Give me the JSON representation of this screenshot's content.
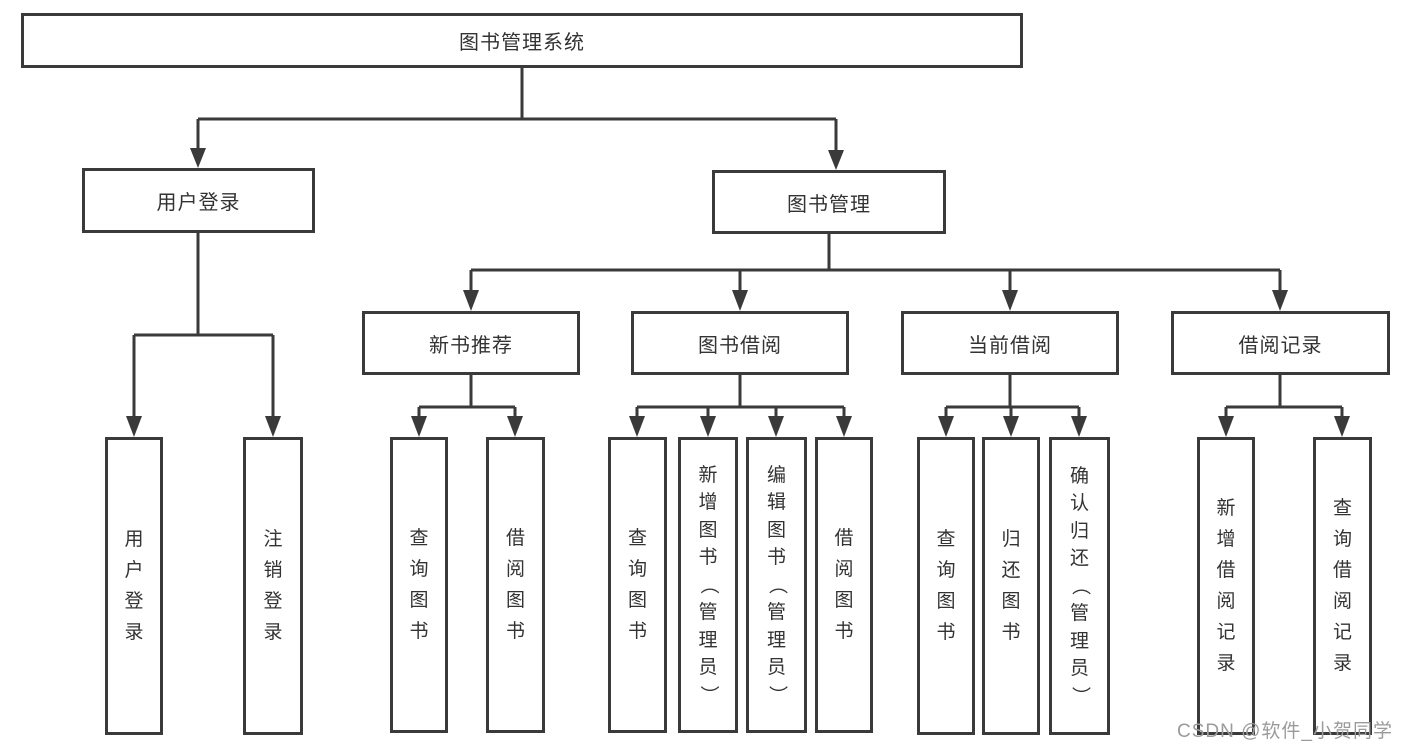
{
  "diagram": {
    "root": {
      "label": "图书管理系统"
    },
    "level1": {
      "user_login": {
        "label": "用户登录"
      },
      "book_management": {
        "label": "图书管理"
      }
    },
    "level2": {
      "new_book_recommend": {
        "label": "新书推荐"
      },
      "book_borrow": {
        "label": "图书借阅"
      },
      "current_borrow": {
        "label": "当前借阅"
      },
      "borrow_records": {
        "label": "借阅记录"
      }
    },
    "leaves": {
      "user_login": [
        "用户登录",
        "注销登录"
      ],
      "new_book_recommend": [
        "查询图书",
        "借阅图书"
      ],
      "book_borrow": [
        "查询图书",
        "新增图书（管理员）",
        "编辑图书（管理员）",
        "借阅图书"
      ],
      "current_borrow": [
        "查询图书",
        "归还图书",
        "确认归还（管理员）"
      ],
      "borrow_records": [
        "新增借阅记录",
        "查询借阅记录"
      ]
    }
  },
  "watermark": "CSDN @软件_小贺同学",
  "colors": {
    "line": "#3a3a3a",
    "text": "#333333",
    "watermark": "#9b9b9b",
    "background": "#ffffff"
  }
}
